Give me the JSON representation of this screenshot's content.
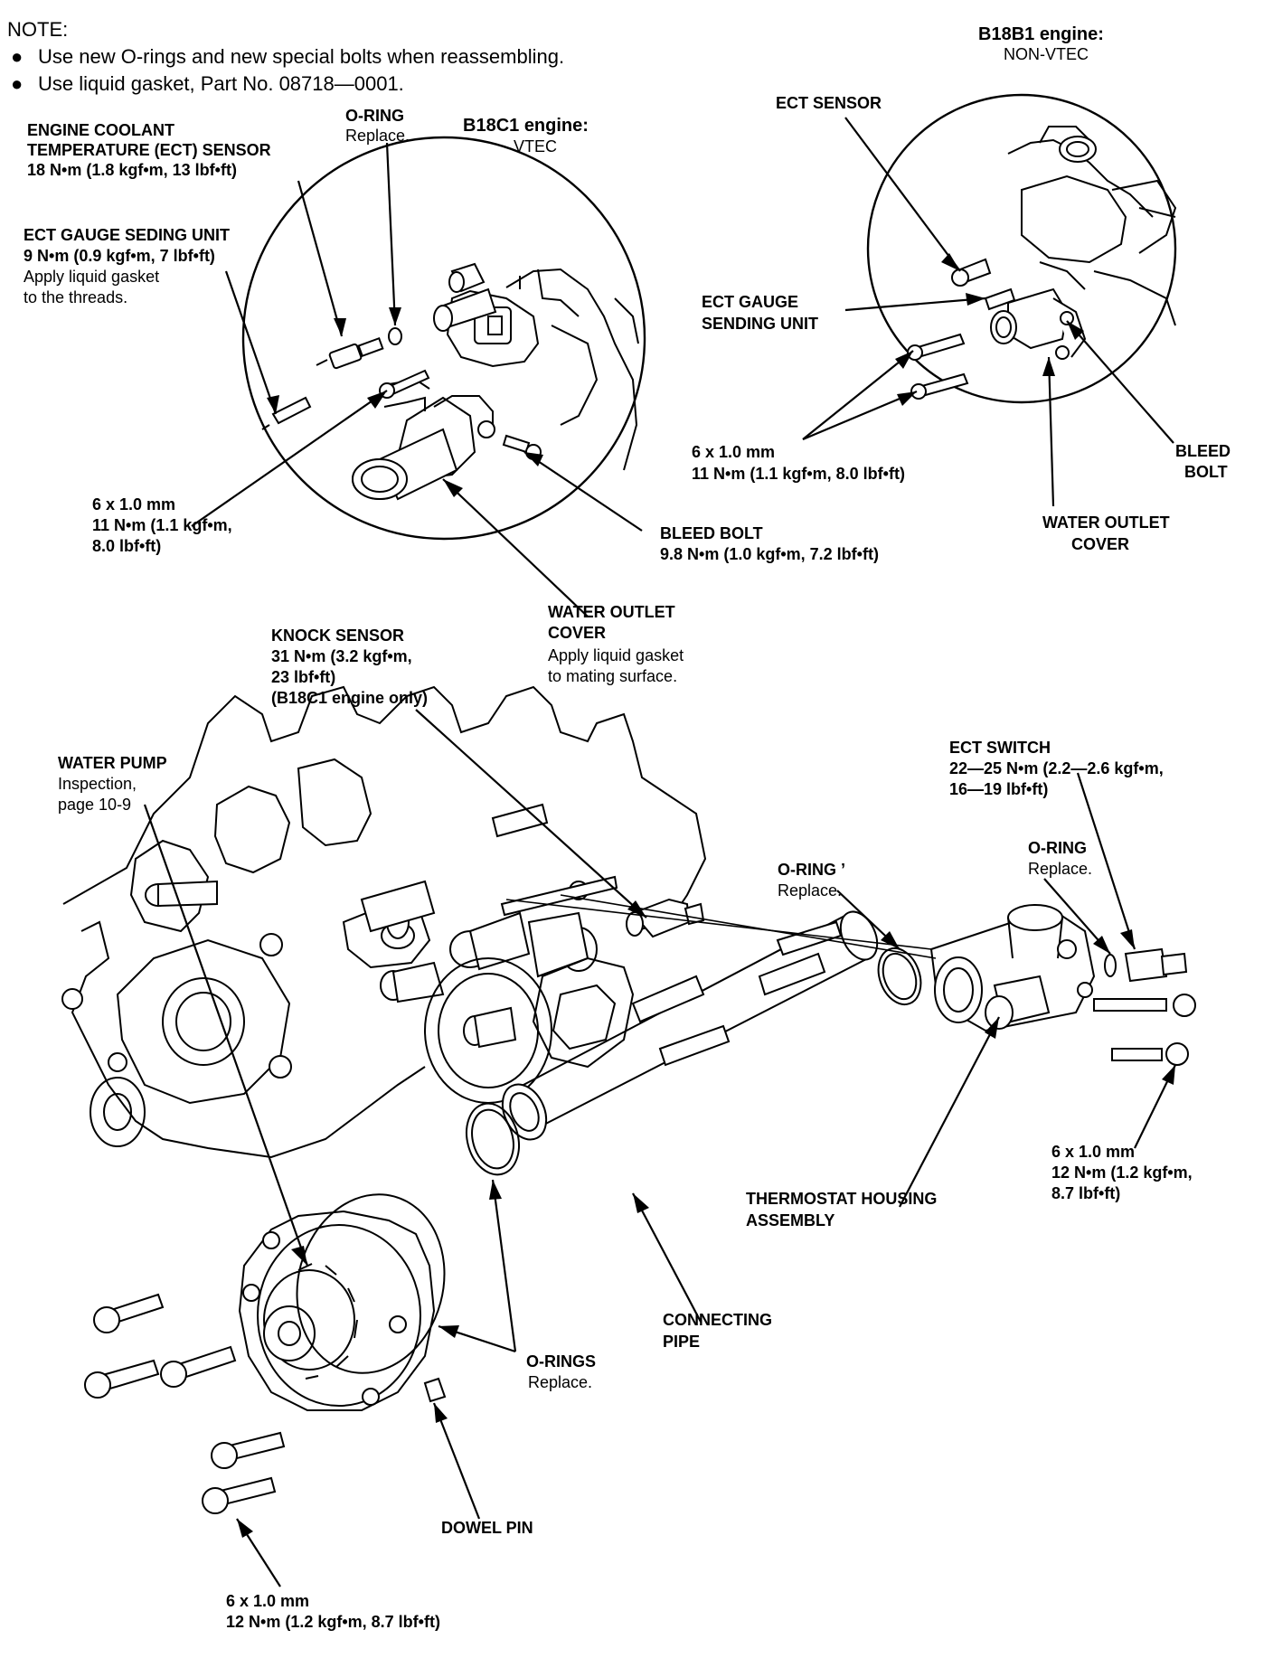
{
  "note": {
    "heading": "NOTE:",
    "lines": [
      "Use new O-rings and new special bolts when reassembling.",
      "Use liquid gasket, Part No. 08718—0001."
    ],
    "bullet": "●"
  },
  "engines": {
    "b18c1": {
      "name": "B18C1 engine:",
      "sub": "VTEC"
    },
    "b18b1": {
      "name": "B18B1 engine:",
      "sub": "NON-VTEC"
    }
  },
  "labels": {
    "ect_sensor_left": [
      "ENGINE COOLANT",
      "TEMPERATURE (ECT) SENSOR",
      "18 N•m (1.8 kgf•m, 13 lbf•ft)"
    ],
    "oring_top": [
      "O-RING",
      "Replace."
    ],
    "ect_gauge_left": [
      "ECT GAUGE SEDING UNIT",
      "9 N•m (0.9 kgf•m, 7 lbf•ft)",
      "Apply liquid gasket",
      "to the threads."
    ],
    "bolt_left": [
      "6 x 1.0 mm",
      "11 N•m (1.1 kgf•m,",
      "8.0 lbf•ft)"
    ],
    "bleed_bolt_left": [
      "BLEED BOLT",
      "9.8 N•m (1.0 kgf•m, 7.2 lbf•ft)"
    ],
    "water_outlet_left": [
      "WATER OUTLET",
      "COVER",
      "Apply liquid gasket",
      "to mating surface."
    ],
    "ect_sensor_right": [
      "ECT SENSOR"
    ],
    "ect_gauge_right": [
      "ECT GAUGE",
      "SENDING UNIT"
    ],
    "bolt_right": [
      "6 x 1.0 mm",
      "11 N•m (1.1 kgf•m, 8.0 lbf•ft)"
    ],
    "bleed_bolt_right": [
      "BLEED",
      "BOLT"
    ],
    "water_outlet_right": [
      "WATER OUTLET",
      "COVER"
    ],
    "knock_sensor": [
      "KNOCK SENSOR",
      "31 N•m (3.2 kgf•m,",
      "23 lbf•ft)",
      "(B18C1 engine only)"
    ],
    "water_pump": [
      "WATER PUMP",
      "Inspection,",
      "page 10-9"
    ],
    "ect_switch": [
      "ECT SWITCH",
      "22—25 N•m (2.2—2.6 kgf•m,",
      "16—19 lbf•ft)"
    ],
    "oring_mid": [
      "O-RING ’",
      "Replace."
    ],
    "oring_right": [
      "O-RING",
      "Replace."
    ],
    "bolt_thermo": [
      "6 x 1.0 mm",
      "12 N•m (1.2 kgf•m,",
      "8.7 lbf•ft)"
    ],
    "thermostat": [
      "THERMOSTAT HOUSING",
      "ASSEMBLY"
    ],
    "connecting_pipe": [
      "CONNECTING",
      "PIPE"
    ],
    "orings_pump": [
      "O-RINGS",
      "Replace."
    ],
    "dowel_pin": [
      "DOWEL PIN"
    ],
    "bolt_pump": [
      "6 x 1.0 mm",
      "12 N•m (1.2 kgf•m, 8.7 lbf•ft)"
    ]
  }
}
